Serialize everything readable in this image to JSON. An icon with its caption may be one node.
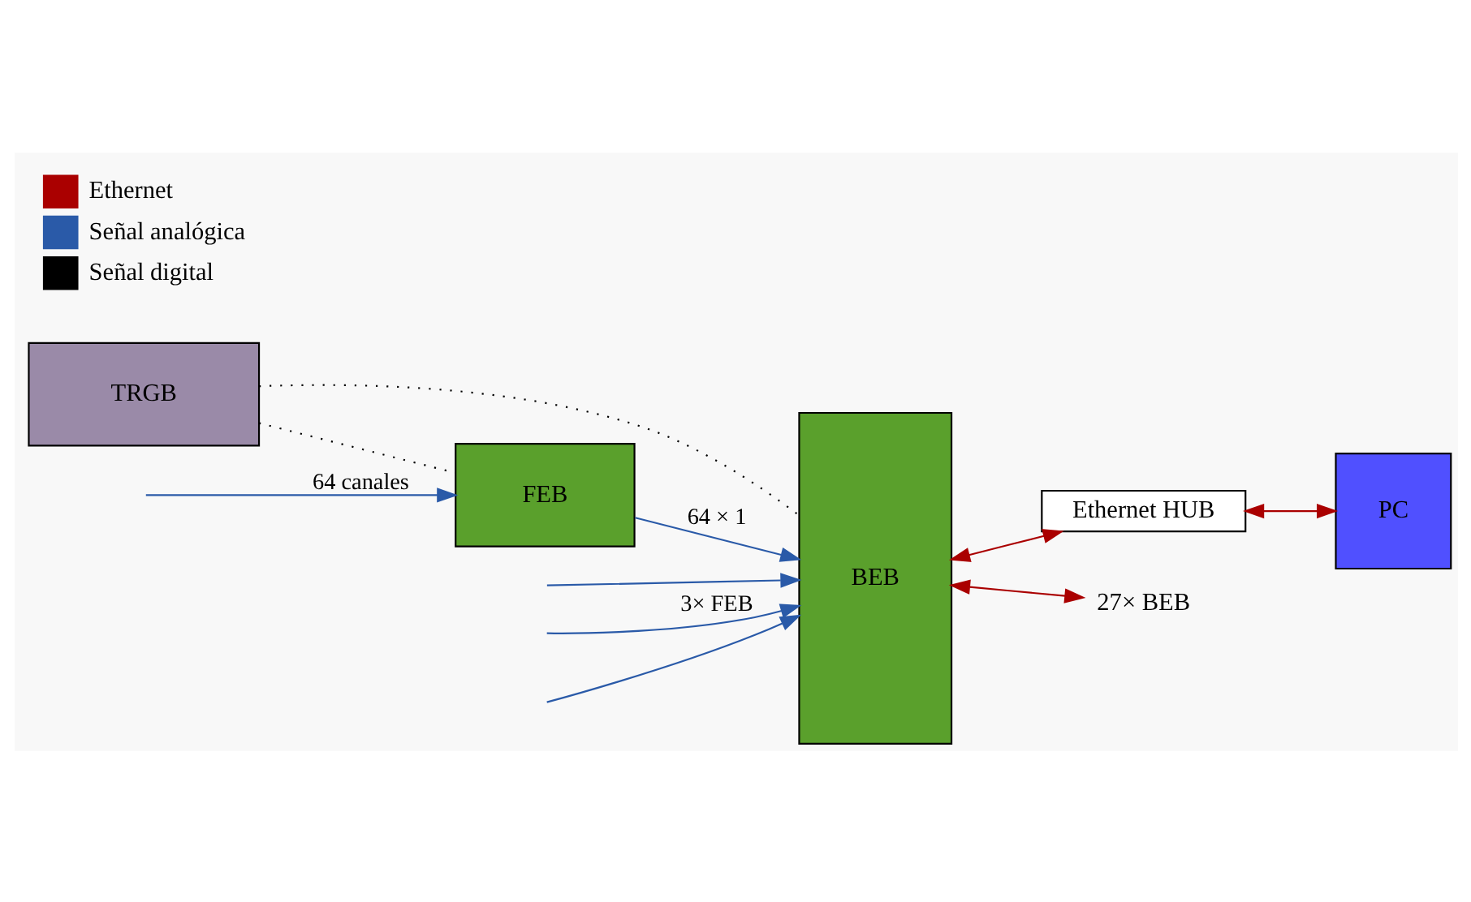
{
  "diagram": {
    "nodes": [
      {
        "text": [
          "TRGB"
        ]
      },
      {
        "text": [
          "FEB"
        ]
      },
      {
        "text": [
          "BEB"
        ]
      },
      {
        "text": [
          "Ethernet HUB"
        ]
      },
      {
        "text": [
          "PC"
        ]
      },
      {
        "text": [
          "27× BEB"
        ]
      }
    ],
    "edges": [
      {
        "from": null,
        "to": 1,
        "arrow": "to",
        "label": "64 canales"
      },
      {
        "from": 1,
        "to": 2,
        "arrow": "to",
        "label": "64 × 1"
      },
      {
        "from": null,
        "to": 2,
        "arrow": "to"
      },
      {
        "from": null,
        "to": 2,
        "arrow": "to",
        "label": "3× FEB"
      },
      {
        "from": null,
        "to": 2,
        "arrow": "to"
      },
      {
        "from": 0,
        "to": 1,
        "arrow": "none",
        "style": "dashed",
        "color": "#000000"
      },
      {
        "from": 0,
        "to": 2,
        "arrow": "none",
        "style": "dashed",
        "color": "#000000"
      },
      {
        "from": 2,
        "to": 3,
        "arrow": "both",
        "color": "#aa0000"
      },
      {
        "from": 2,
        "to": 5,
        "arrow": "both",
        "color": "#aa0000"
      },
      {
        "from": 3,
        "to": 4,
        "arrow": "both",
        "color": "#aa0000"
      }
    ],
    "legend": [
      {
        "text": "Ethernet",
        "color": "#aa0000"
      },
      {
        "text": "Señal analógica",
        "color": "#2a5aa8"
      },
      {
        "text": "Señal digital",
        "color": "#000000"
      }
    ]
  }
}
